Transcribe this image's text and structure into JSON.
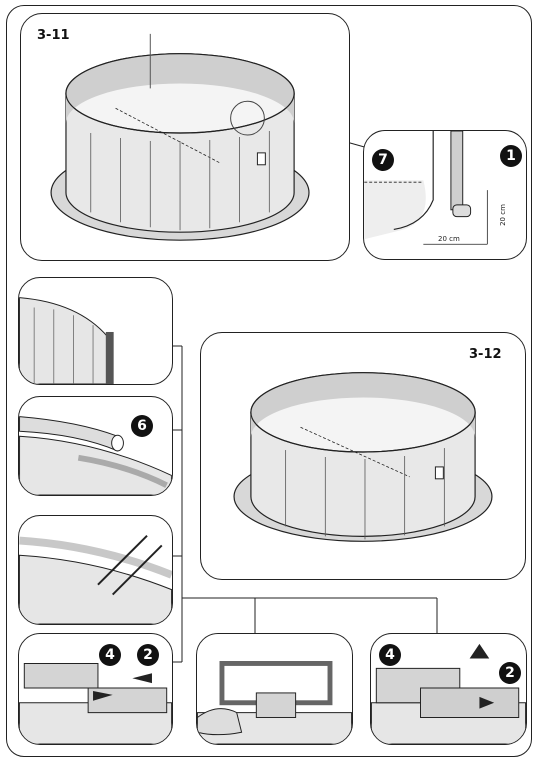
{
  "figures": {
    "fig1": {
      "label": "3-11"
    },
    "fig2": {
      "label": "3-12"
    }
  },
  "badges": {
    "detail_left": "7",
    "detail_right": "1",
    "step2": "6",
    "step4_a": "4",
    "step4_b": "2",
    "step6_a": "4",
    "step6_b": "2"
  },
  "dimensions": {
    "horizontal": "20 cm",
    "vertical": "20 cm"
  },
  "colors": {
    "line": "#222222",
    "wall_fill": "#e4e4e4",
    "liner_fill": "#c9c9c9",
    "badge": "#111111"
  }
}
